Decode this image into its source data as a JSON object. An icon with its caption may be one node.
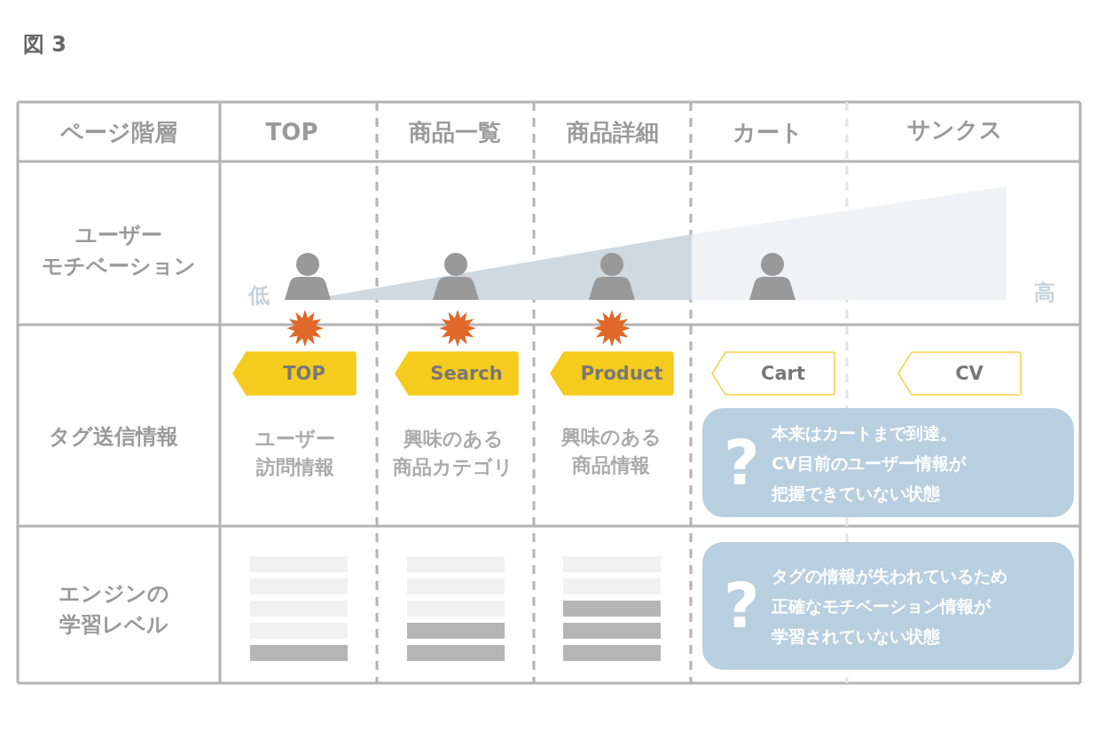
{
  "diagram": {
    "title": "図 3",
    "nodes": [
      {
        "text": [
          "TOP"
        ]
      },
      {
        "text": [
          "Search"
        ]
      },
      {
        "text": [
          "Product"
        ]
      },
      {
        "text": [
          "Cart"
        ]
      },
      {
        "text": [
          "CV"
        ]
      },
      {
        "text": [
          "?",
          "本来はカートまで到達。CV目前のユーザー情報が把握できていない状態"
        ]
      },
      {
        "text": [
          "?",
          "タグの情報が失われているため正確なモチベーション情報が学習されていない状態"
        ]
      }
    ],
    "labels": [
      "ページ階層",
      "TOP",
      "商品一覧",
      "商品詳細",
      "カート",
      "サンクス",
      "ユーザーモチベーション",
      "低",
      "高",
      "タグ送信情報",
      "ユーザー訪問情報",
      "興味のある商品カテゴリ",
      "興味のある商品情報",
      "エンジンの学習レベル"
    ]
  }
}
